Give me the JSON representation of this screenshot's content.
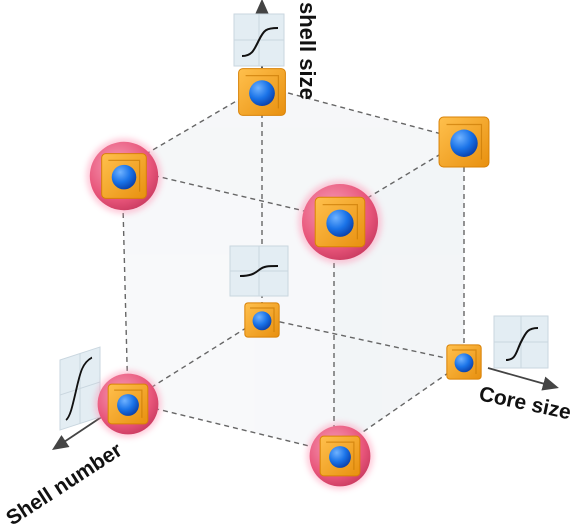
{
  "axes": {
    "vertical": {
      "label": "shell size"
    },
    "right": {
      "label": "Core size"
    },
    "left": {
      "label": "Shell number"
    }
  },
  "particles": [
    {
      "id": "top-back",
      "shells": 1
    },
    {
      "id": "right-back",
      "shells": 1
    },
    {
      "id": "top-left-front",
      "shells": 2
    },
    {
      "id": "top-right-front",
      "shells": 2
    },
    {
      "id": "center",
      "shells": 1
    },
    {
      "id": "bottom-right-back",
      "shells": 1
    },
    {
      "id": "bottom-left-front",
      "shells": 2
    },
    {
      "id": "bottom-front",
      "shells": 2
    }
  ],
  "colors": {
    "core": "#1a73e8",
    "inner_shell": "#f5a623",
    "outer_shell": "#e8557a",
    "dashed_edge": "#666666",
    "axis": "#444444",
    "face_fill": "#eef1f4"
  },
  "icons": {
    "inset_graph": "sigmoid-curve-icon"
  }
}
